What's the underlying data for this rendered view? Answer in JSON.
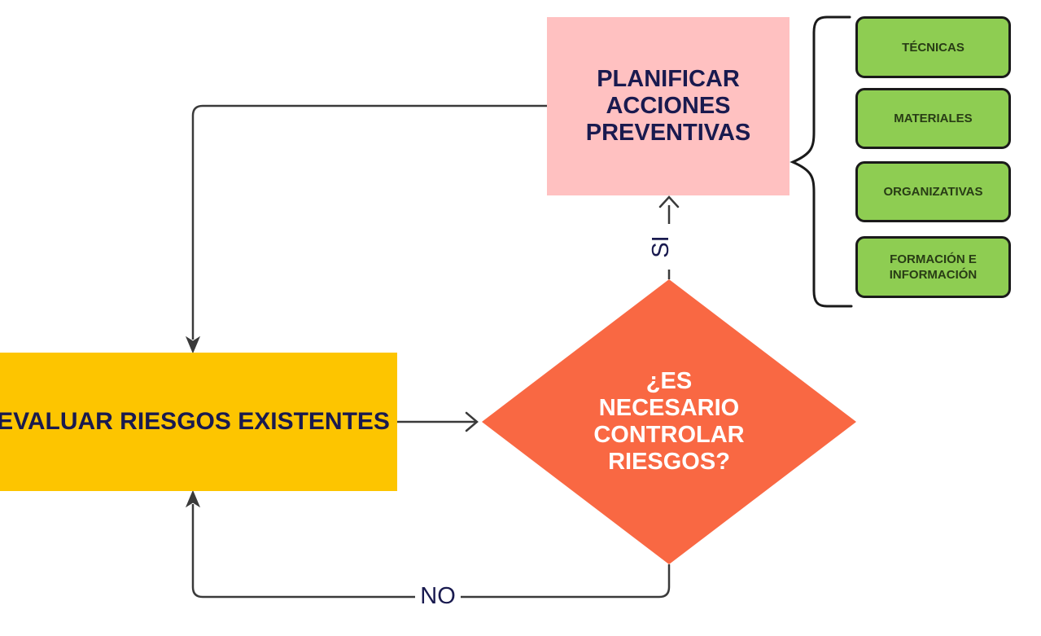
{
  "diagram": {
    "nodes": {
      "plan": {
        "lines": [
          "PLANIFICAR",
          "ACCIONES",
          "PREVENTIVAS"
        ],
        "fill": "#ffc1c1",
        "text_color": "#191a4f"
      },
      "evaluate": {
        "label": "EVALUAR RIESGOS EXISTENTES",
        "fill": "#fdc500",
        "text_color": "#191a4f"
      },
      "decision": {
        "lines": [
          "¿ES",
          "NECESARIO",
          "CONTROLAR",
          "RIESGOS?"
        ],
        "fill": "#f96843",
        "text_color": "#ffffff"
      },
      "categories": {
        "fill": "#8ecd52",
        "border_color": "#1a1a1a",
        "text_color": "#283c15",
        "items": [
          {
            "label": "TÉCNICAS"
          },
          {
            "label": "MATERIALES"
          },
          {
            "label": "ORGANIZATIVAS"
          },
          {
            "label": "FORMACIÓN E INFORMACIÓN"
          }
        ]
      }
    },
    "edges": {
      "yes_label": "SI",
      "no_label": "NO",
      "line_color": "#3a3a3a",
      "label_color": "#191a4f"
    }
  }
}
